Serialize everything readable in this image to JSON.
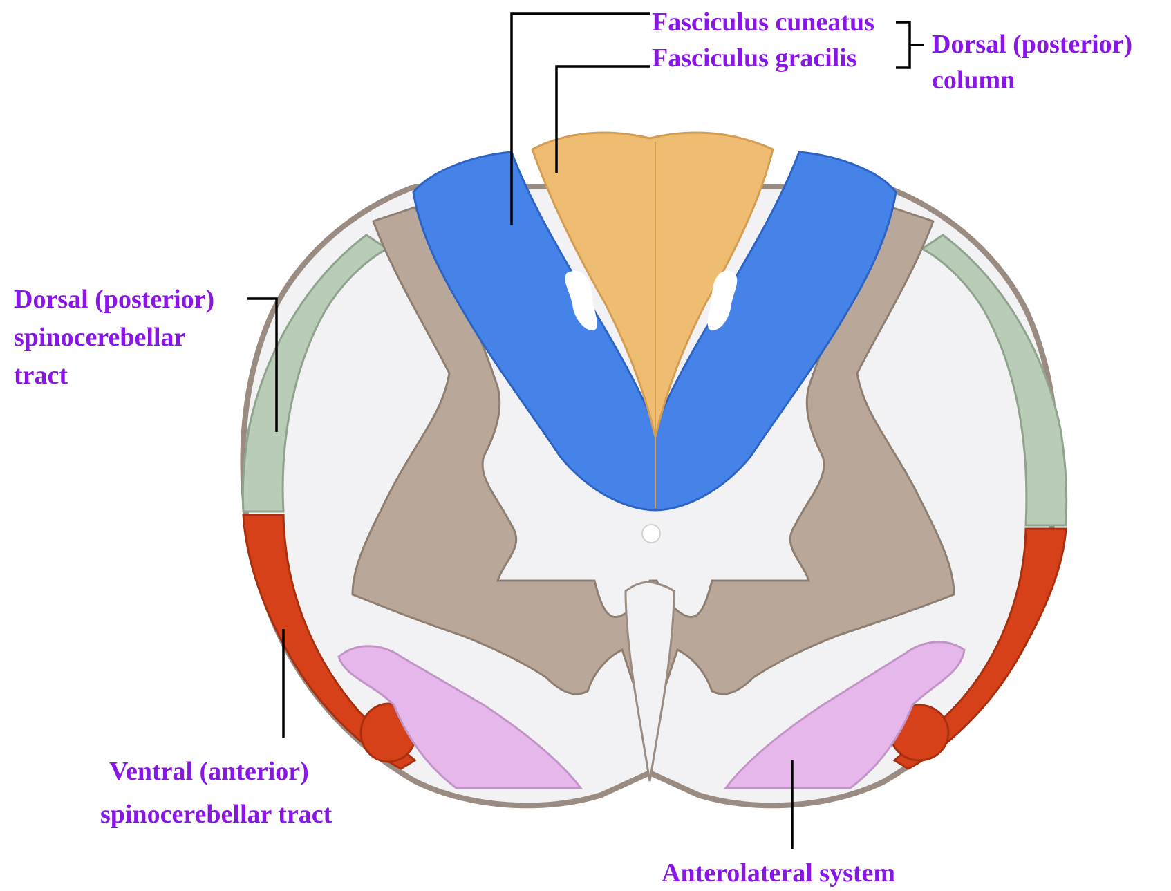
{
  "colors": {
    "fasciculus": "#efbd72",
    "dorsal_column_cuneatus": "#4683e8",
    "gray_matter": "#b9a79a",
    "white_matter": "#f2f1f3",
    "dorsal_spinocerebellar": "#b9ccb8",
    "ventral_spinocerebellar": "#d6411a",
    "anterolateral": "#e6b7ea",
    "label_text": "#8a16e6"
  },
  "labels": {
    "fasciculus_cuneatus": "Fasciculus cuneatus",
    "fasciculus_gracilis": "Fasciculus gracilis",
    "dorsal_column_line1": "Dorsal (posterior)",
    "dorsal_column_line2": "column",
    "dorsal_spinocerebellar_line1": "Dorsal (posterior)",
    "dorsal_spinocerebellar_line2": "spinocerebellar",
    "dorsal_spinocerebellar_line3": "tract",
    "ventral_spinocerebellar_line1": "Ventral (anterior)",
    "ventral_spinocerebellar_line2": "spinocerebellar tract",
    "anterolateral_system": "Anterolateral system"
  }
}
